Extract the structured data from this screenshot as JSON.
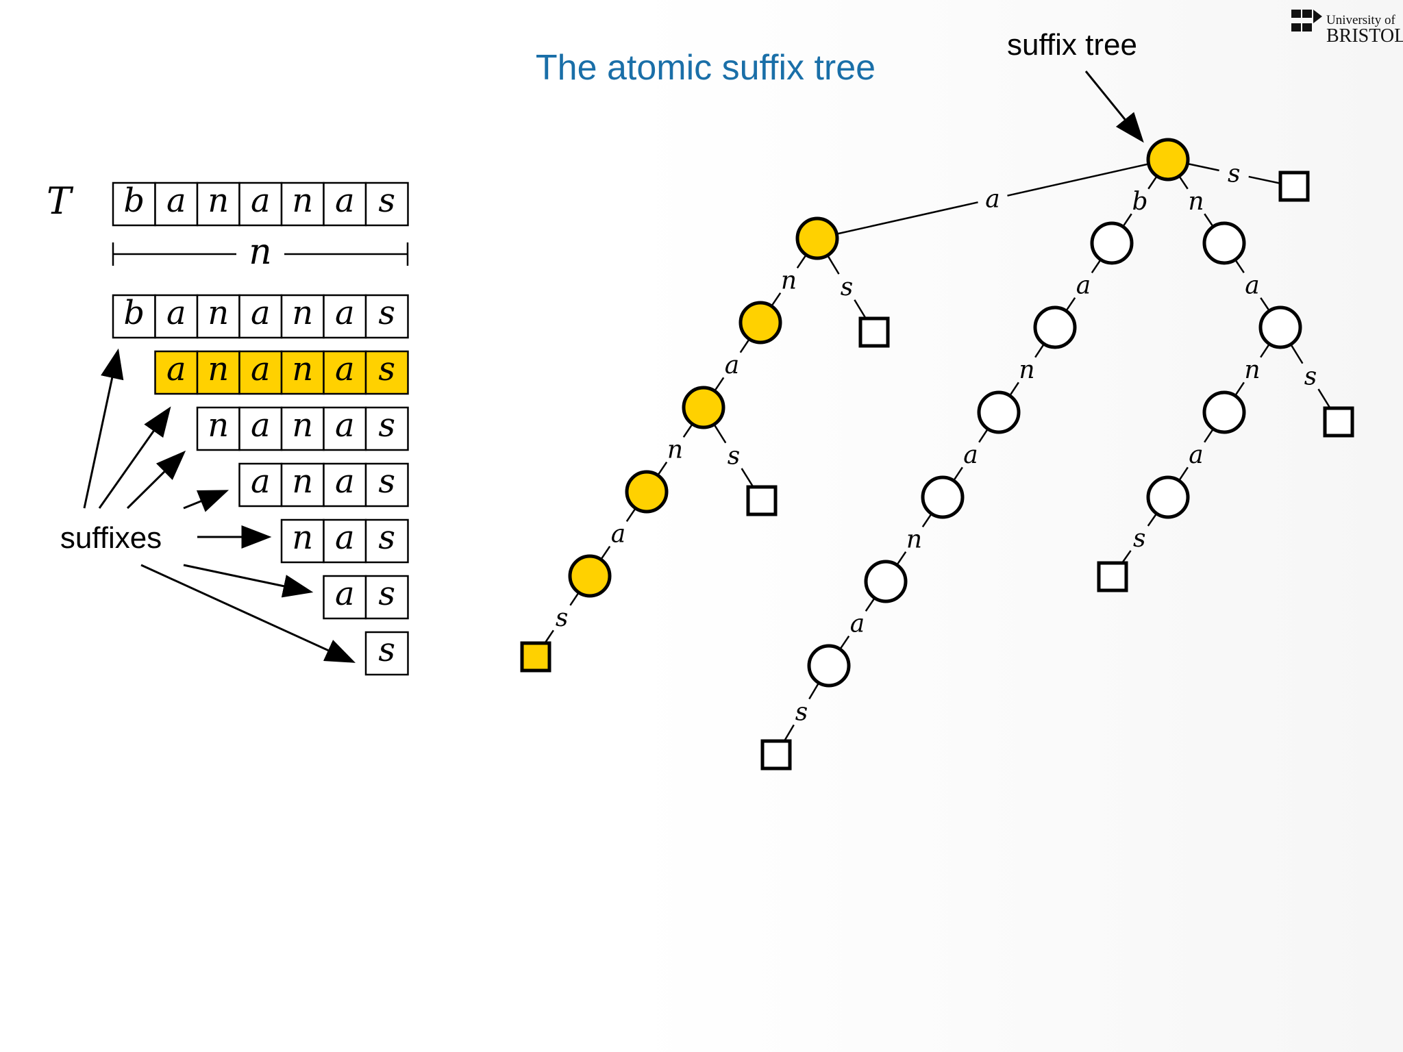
{
  "slide": {
    "title": "The atomic suffix tree",
    "tree_label": "suffix tree",
    "suffixes_label": "suffixes",
    "text_var": "T",
    "length_var": "n",
    "logo": {
      "line1": "University of",
      "line2": "BRISTOL"
    }
  },
  "text_chars": [
    "b",
    "a",
    "n",
    "a",
    "n",
    "a",
    "s"
  ],
  "suffix_rows": [
    {
      "start": 0,
      "highlighted": false
    },
    {
      "start": 1,
      "highlighted": true
    },
    {
      "start": 2,
      "highlighted": false
    },
    {
      "start": 3,
      "highlighted": false
    },
    {
      "start": 4,
      "highlighted": false
    },
    {
      "start": 5,
      "highlighted": false
    },
    {
      "start": 6,
      "highlighted": false
    }
  ],
  "tree": {
    "root": "r",
    "nodes": [
      {
        "id": "r",
        "kind": "internal",
        "highlighted": true
      },
      {
        "id": "A",
        "parent": "r",
        "label": "a",
        "kind": "internal",
        "highlighted": true
      },
      {
        "id": "B",
        "parent": "r",
        "label": "b",
        "kind": "internal",
        "highlighted": false
      },
      {
        "id": "N",
        "parent": "r",
        "label": "n",
        "kind": "internal",
        "highlighted": false
      },
      {
        "id": "S0",
        "parent": "r",
        "label": "s",
        "kind": "leaf",
        "highlighted": false
      },
      {
        "id": "An",
        "parent": "A",
        "label": "n",
        "kind": "internal",
        "highlighted": true
      },
      {
        "id": "As",
        "parent": "A",
        "label": "s",
        "kind": "leaf",
        "highlighted": false
      },
      {
        "id": "Ana",
        "parent": "An",
        "label": "a",
        "kind": "internal",
        "highlighted": true
      },
      {
        "id": "Anan",
        "parent": "Ana",
        "label": "n",
        "kind": "internal",
        "highlighted": true
      },
      {
        "id": "Anas",
        "parent": "Ana",
        "label": "s",
        "kind": "leaf",
        "highlighted": false
      },
      {
        "id": "Anana",
        "parent": "Anan",
        "label": "a",
        "kind": "internal",
        "highlighted": true
      },
      {
        "id": "Ananas",
        "parent": "Anana",
        "label": "s",
        "kind": "leaf",
        "highlighted": true
      },
      {
        "id": "Ba",
        "parent": "B",
        "label": "a",
        "kind": "internal",
        "highlighted": false
      },
      {
        "id": "Ban",
        "parent": "Ba",
        "label": "n",
        "kind": "internal",
        "highlighted": false
      },
      {
        "id": "Bana",
        "parent": "Ban",
        "label": "a",
        "kind": "internal",
        "highlighted": false
      },
      {
        "id": "Banan",
        "parent": "Bana",
        "label": "n",
        "kind": "internal",
        "highlighted": false
      },
      {
        "id": "Banana",
        "parent": "Banan",
        "label": "a",
        "kind": "internal",
        "highlighted": false
      },
      {
        "id": "Bananas",
        "parent": "Banana",
        "label": "s",
        "kind": "leaf",
        "highlighted": false
      },
      {
        "id": "Na",
        "parent": "N",
        "label": "a",
        "kind": "internal",
        "highlighted": false
      },
      {
        "id": "Nan",
        "parent": "Na",
        "label": "n",
        "kind": "internal",
        "highlighted": false
      },
      {
        "id": "Nas",
        "parent": "Na",
        "label": "s",
        "kind": "leaf",
        "highlighted": false
      },
      {
        "id": "Nana",
        "parent": "Nan",
        "label": "a",
        "kind": "internal",
        "highlighted": false
      },
      {
        "id": "Nanas",
        "parent": "Nana",
        "label": "s",
        "kind": "leaf",
        "highlighted": false
      }
    ]
  },
  "colors": {
    "title": "#1a6fa8",
    "highlight": "#ffd100",
    "stroke": "#000000"
  }
}
